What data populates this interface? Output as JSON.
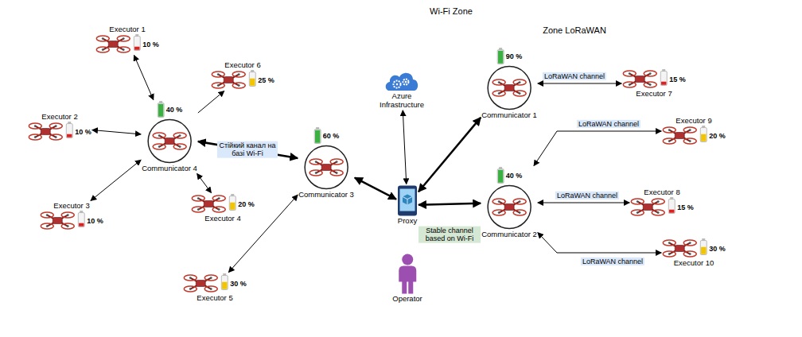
{
  "diagram": {
    "nodes": [
      {
        "text": [
          "Zone LoRaWAN"
        ]
      },
      {
        "text": [
          "Wi-Fi Zone"
        ],
        "in": 0
      },
      {
        "text": [
          "Executor 1",
          "10 %"
        ],
        "in": 0
      },
      {
        "text": [
          "Executor 6",
          "25 %"
        ],
        "in": 0
      },
      {
        "text": [
          "Executor 2",
          "10 %"
        ],
        "in": 0
      },
      {
        "text": [
          "Communicator 4",
          "40 %"
        ],
        "in": 0
      },
      {
        "text": [
          "Executor 4",
          "20 %"
        ],
        "in": 0
      },
      {
        "text": [
          "Executor 3",
          "10 %"
        ],
        "in": 0
      },
      {
        "text": [
          "Executor 5",
          "30 %"
        ],
        "in": 0
      },
      {
        "text": [
          "Communicator 3",
          "60 %"
        ],
        "in": 1
      },
      {
        "text": [
          "Azure Infrastructure"
        ],
        "in": 1
      },
      {
        "text": [
          "Proxy"
        ],
        "in": 1
      },
      {
        "text": [
          "Operator"
        ],
        "in": 1
      },
      {
        "text": [
          "Communicator 1",
          "90 %"
        ],
        "in": 1
      },
      {
        "text": [
          "Communicator 2",
          "40 %"
        ],
        "in": 1
      },
      {
        "text": [
          "Executor 7",
          "15 %"
        ],
        "in": 0
      },
      {
        "text": [
          "Executor 9",
          "20 %"
        ],
        "in": 0
      },
      {
        "text": [
          "Executor 8",
          "15 %"
        ],
        "in": 0
      },
      {
        "text": [
          "Executor 10",
          "30 %"
        ],
        "in": 0
      }
    ],
    "edges": [
      {
        "from": 5,
        "to": 2,
        "arrow": "both"
      },
      {
        "from": 5,
        "to": 3,
        "arrow": "to"
      },
      {
        "from": 4,
        "to": 5,
        "arrow": "both"
      },
      {
        "from": 5,
        "to": 6,
        "arrow": "both"
      },
      {
        "from": 5,
        "to": 7,
        "arrow": "both"
      },
      {
        "from": 5,
        "to": 9,
        "label": "Стійкий канал на базі Wi-Fi",
        "arrow": "both"
      },
      {
        "from": 9,
        "to": 8,
        "arrow": "both"
      },
      {
        "from": 9,
        "to": 11,
        "arrow": "both"
      },
      {
        "from": 10,
        "to": 11,
        "arrow": "both"
      },
      {
        "from": 11,
        "to": 13,
        "arrow": "both"
      },
      {
        "from": 11,
        "to": 14,
        "label": "Stable channel based on Wi-Fi",
        "arrow": "both"
      },
      {
        "from": 13,
        "to": 15,
        "label": "LoRaWAN channel",
        "arrow": "both"
      },
      {
        "from": 14,
        "to": 16,
        "label": "LoRaWAN channel",
        "arrow": "both"
      },
      {
        "from": 14,
        "to": 17,
        "label": "LoRaWAN channel",
        "arrow": "both"
      },
      {
        "from": 14,
        "to": 18,
        "label": "LoRaWAN channel",
        "arrow": "both"
      }
    ]
  }
}
